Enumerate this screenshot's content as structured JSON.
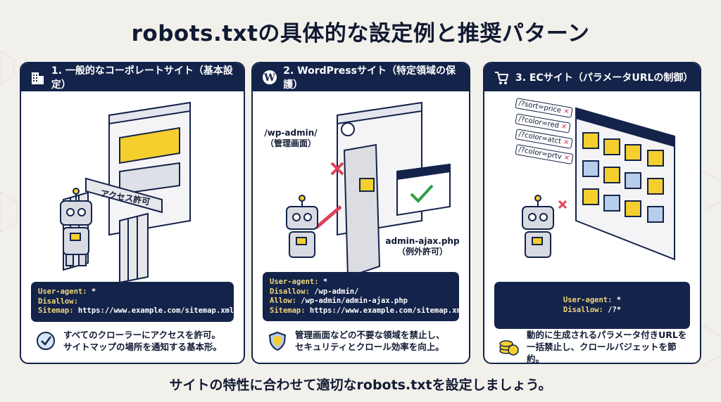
{
  "title": "robots.txtの具体的な設定例と推奨パターン",
  "cards": [
    {
      "heading": "1. 一般的なコーポレートサイト（基本設定）",
      "icon": "building-icon",
      "gate_label": "アクセス許可",
      "code": [
        {
          "key": "User-agent:",
          "value": " *"
        },
        {
          "key": "Disallow:",
          "value": ""
        },
        {
          "key": "Sitemap:",
          "value": " https://www.example.com/sitemap.xml"
        }
      ],
      "note_icon": "check-circle-icon",
      "note": [
        "すべてのクローラーにアクセスを許可。",
        "サイトマップの場所を通知する基本形。"
      ]
    },
    {
      "heading": "2. WordPressサイト（特定領域の保護）",
      "icon": "wordpress-icon",
      "blocked_label": [
        "/wp-admin/",
        "（管理画面）"
      ],
      "allowed_label": [
        "admin-ajax.php",
        "（例外許可）"
      ],
      "code": [
        {
          "key": "User-agent:",
          "value": " *"
        },
        {
          "key": "Disallow:",
          "value": " /wp-admin/"
        },
        {
          "key": "Allow:",
          "value": " /wp-admin/admin-ajax.php"
        },
        {
          "key": "Sitemap:",
          "value": " https://www.example.com/sitemap.xml"
        }
      ],
      "note_icon": "shield-icon",
      "note": [
        "管理画面などの不要な領域を禁止し、",
        "セキュリティとクロール効率を向上。"
      ]
    },
    {
      "heading": "3. ECサイト（パラメータURLの制御）",
      "icon": "cart-icon",
      "params": [
        "/?sort=price",
        "/?color=red",
        "/?color=atct",
        "/?color=prtv"
      ],
      "code": [
        {
          "key": "User-agent:",
          "value": " *"
        },
        {
          "key": "Disallow:",
          "value": " /?*"
        }
      ],
      "note_icon": "coins-icon",
      "note": [
        "動的に生成されるパラメータ付きURLを",
        "一括禁止し、クロールバジェットを節約。"
      ]
    }
  ],
  "footer": "サイトの特性に合わせて適切なrobots.txtを設定しましょう。",
  "colors": {
    "navy": "#14234a",
    "yellow": "#f5cf2e",
    "keyword": "#f0d77a",
    "red": "#e0405a",
    "green": "#2f9e44",
    "background": "#f2f0ea"
  }
}
